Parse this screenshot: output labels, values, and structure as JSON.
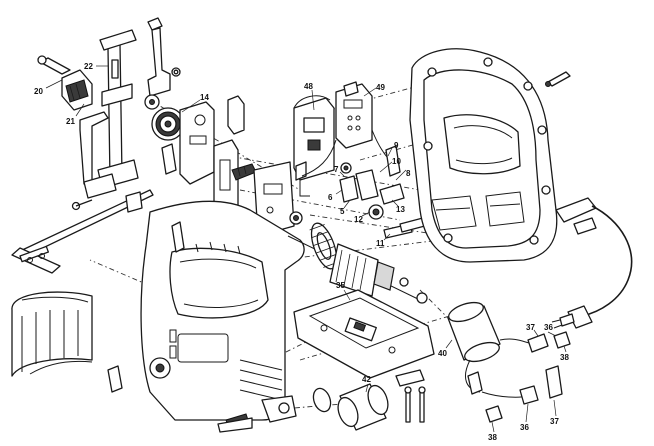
{
  "diagram": {
    "callouts": [
      {
        "id": "c20",
        "label": "20"
      },
      {
        "id": "c21",
        "label": "21"
      },
      {
        "id": "c22",
        "label": "22"
      },
      {
        "id": "c14",
        "label": "14"
      },
      {
        "id": "c48",
        "label": "48"
      },
      {
        "id": "c49",
        "label": "49"
      },
      {
        "id": "c9",
        "label": "9"
      },
      {
        "id": "c10",
        "label": "10"
      },
      {
        "id": "c7",
        "label": "7"
      },
      {
        "id": "c8",
        "label": "8"
      },
      {
        "id": "c6",
        "label": "6"
      },
      {
        "id": "c5",
        "label": "5"
      },
      {
        "id": "c12",
        "label": "12"
      },
      {
        "id": "c13",
        "label": "13"
      },
      {
        "id": "c11",
        "label": "11"
      },
      {
        "id": "c35",
        "label": "35"
      },
      {
        "id": "c40",
        "label": "40"
      },
      {
        "id": "c37a",
        "label": "37"
      },
      {
        "id": "c36a",
        "label": "36"
      },
      {
        "id": "c38a",
        "label": "38"
      },
      {
        "id": "c42",
        "label": "42"
      },
      {
        "id": "c38b",
        "label": "38"
      },
      {
        "id": "c36b",
        "label": "36"
      },
      {
        "id": "c37b",
        "label": "37"
      }
    ]
  }
}
